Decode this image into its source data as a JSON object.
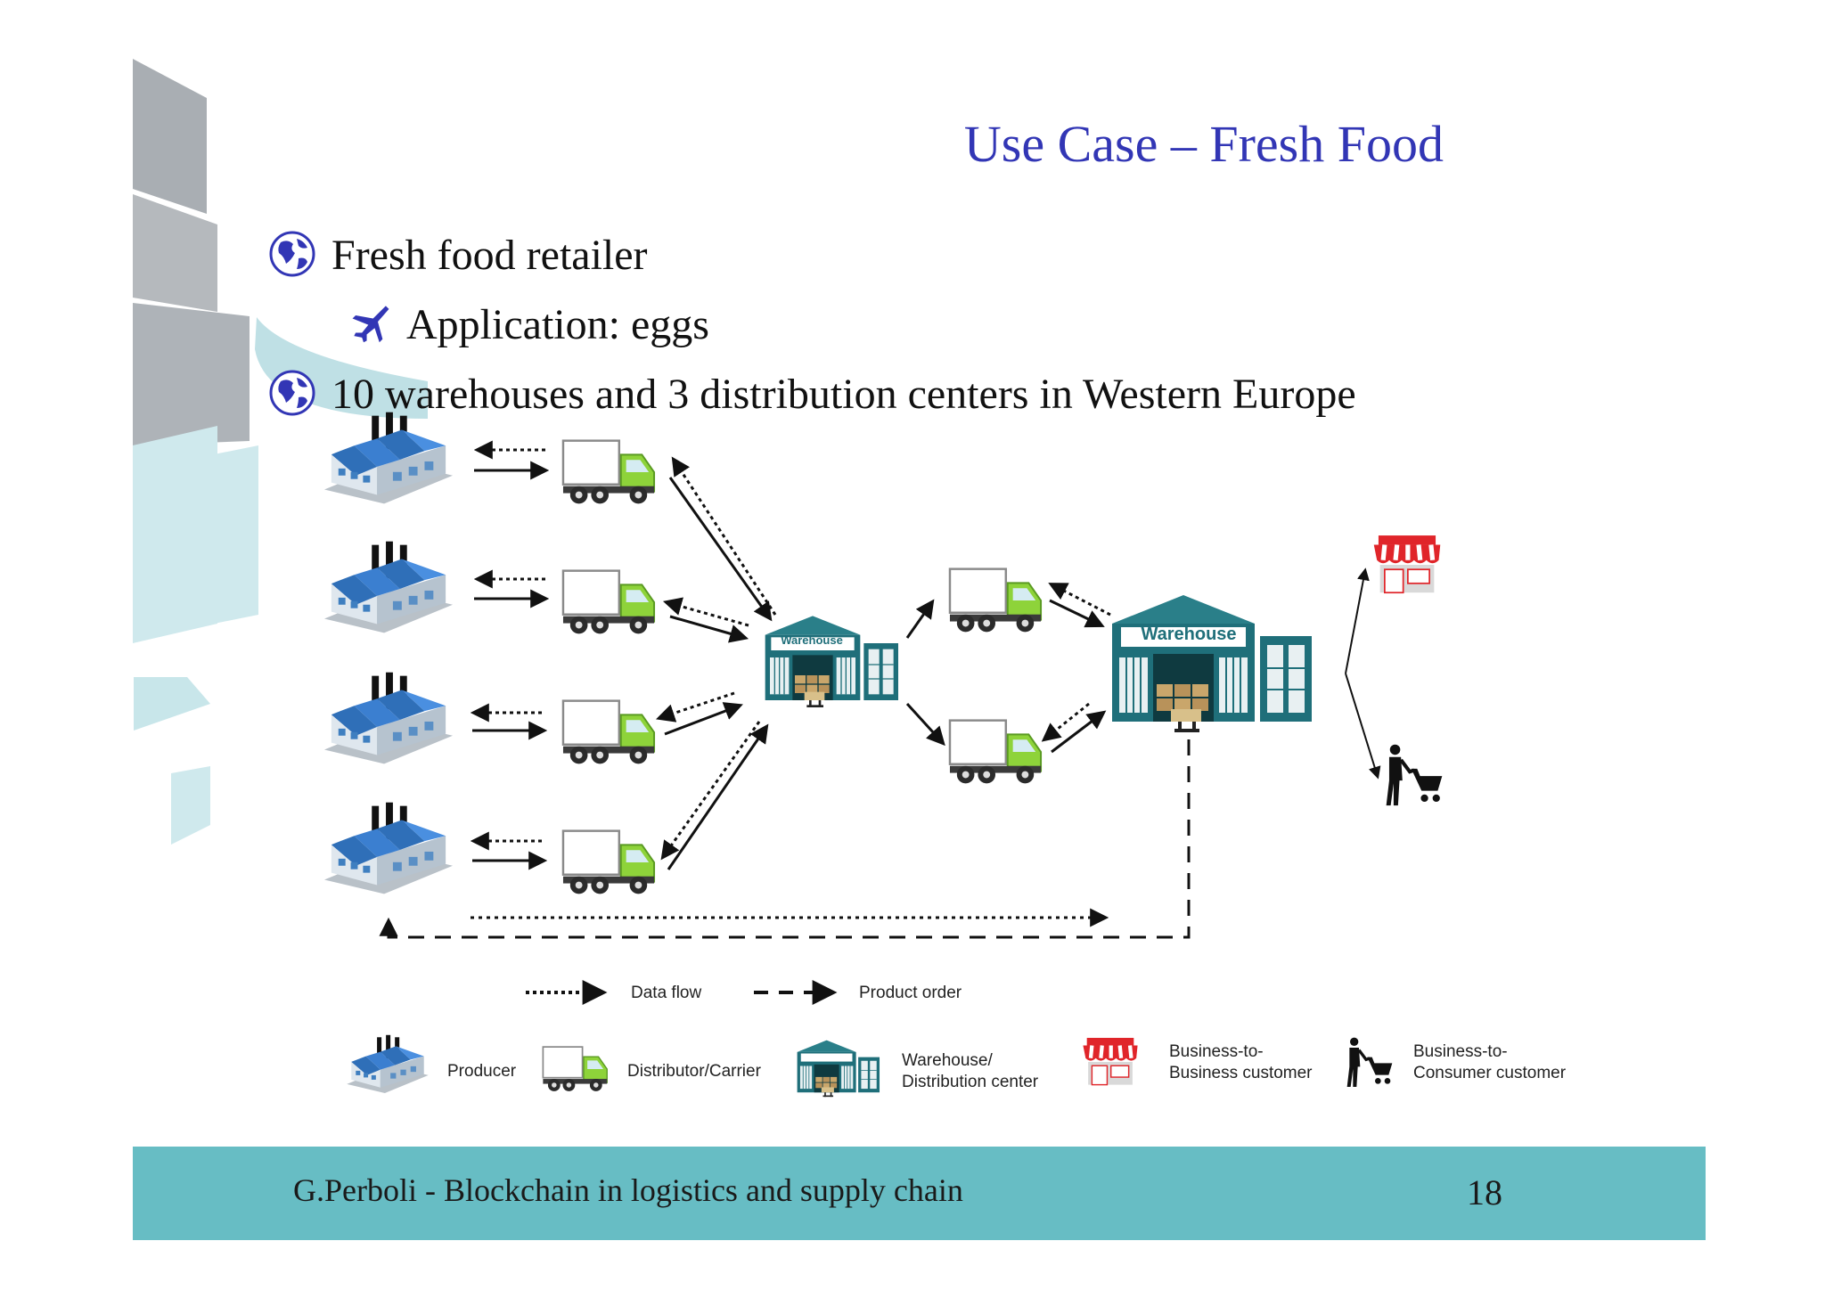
{
  "slide": {
    "title": "Use Case – Fresh Food",
    "bullets": [
      {
        "level": 1,
        "icon": "globe-icon",
        "text": "Fresh food retailer"
      },
      {
        "level": 2,
        "icon": "airplane-icon",
        "text": "Application: eggs"
      },
      {
        "level": 1,
        "icon": "globe-icon",
        "text": "10 warehouses and 3 distribution centers in Western Europe"
      }
    ],
    "footer_text": "G.Perboli - Blockchain in logistics and supply chain",
    "page_number": "18"
  },
  "diagram": {
    "warehouse_label": "Warehouse",
    "legend": {
      "data_flow": "Data flow",
      "product_order": "Product order",
      "producer": "Producer",
      "distributor": "Distributor/Carrier",
      "warehouse_line1": "Warehouse/",
      "warehouse_line2": "Distribution center",
      "b2b_line1": "Business-to-",
      "b2b_line2": "Business customer",
      "b2c_line1": "Business-to-",
      "b2c_line2": "Consumer customer"
    }
  },
  "colors": {
    "title": "#3236b5",
    "footer_bar": "#67bdc4",
    "truck_cab": "#8ed33a",
    "factory_roof": "#2f6fb8",
    "warehouse": "#1f6f7a",
    "shop_awning": "#e0252a"
  }
}
